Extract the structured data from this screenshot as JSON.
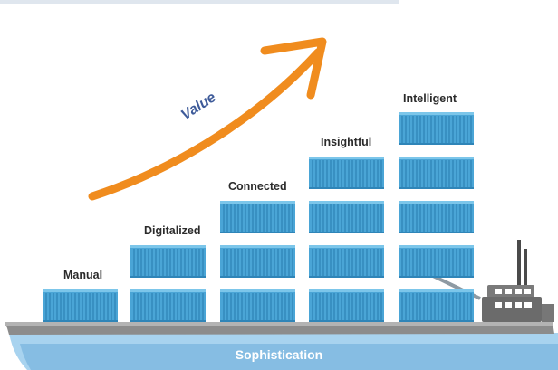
{
  "diagram": {
    "levels": [
      {
        "label": "Manual",
        "stack_count": 1
      },
      {
        "label": "Digitalized",
        "stack_count": 2
      },
      {
        "label": "Connected",
        "stack_count": 3
      },
      {
        "label": "Insightful",
        "stack_count": 4
      },
      {
        "label": "Intelligent",
        "stack_count": 5
      }
    ],
    "arrow_label": "Value",
    "base_label": "Sophistication"
  },
  "colors": {
    "container_fill": "#4aa5d6",
    "container_stripe": "#2f85b8",
    "container_top": "#7cc6ea",
    "arrow": "#f08c1e",
    "ship_hull": "#9fd0ee",
    "ship_band": "#7fb6dc",
    "ship_deck": "#8a8a8a",
    "bridge": "#6f6f6f",
    "value_text": "#3d5a99"
  },
  "icons": [
    "ship-icon",
    "container-icon",
    "arrow-icon"
  ]
}
